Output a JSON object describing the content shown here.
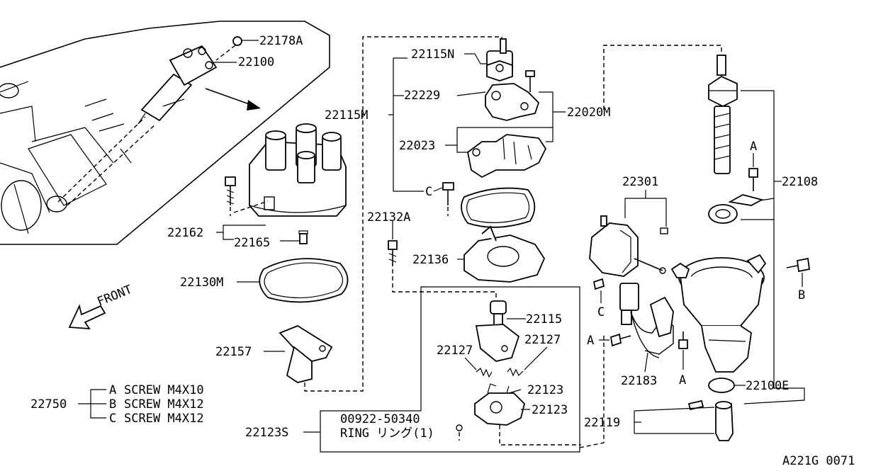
{
  "labels": {
    "p22178A": "22178A",
    "p22100": "22100",
    "p22115N": "22115N",
    "p22229": "22229",
    "p22115M": "22115M",
    "p22020M": "22020M",
    "p22023": "22023",
    "pC1": "C",
    "p22132A": "22132A",
    "p22136": "22136",
    "p22162": "22162",
    "p22165": "22165",
    "p22130M": "22130M",
    "p22157": "22157",
    "p22115": "22115",
    "p22127a": "22127",
    "p22127b": "22127",
    "p22123a": "22123",
    "p22123b": "22123",
    "p22123S": "22123S",
    "p22301": "22301",
    "pC2": "C",
    "pA1": "A",
    "pA2": "A",
    "pA3": "A",
    "pB": "B",
    "p22108": "22108",
    "p22183": "22183",
    "p22100E": "22100E",
    "p22119": "22119",
    "front": "FRONT",
    "kit_part": "00922-50340",
    "kit_desc": "RING リング(1)"
  },
  "legend": {
    "code": "22750",
    "items": [
      {
        "key": "A",
        "desc": "SCREW M4X10"
      },
      {
        "key": "B",
        "desc": "SCREW M4X12"
      },
      {
        "key": "C",
        "desc": "SCREW M4X12"
      }
    ]
  },
  "figure_id": "A221G 0071"
}
